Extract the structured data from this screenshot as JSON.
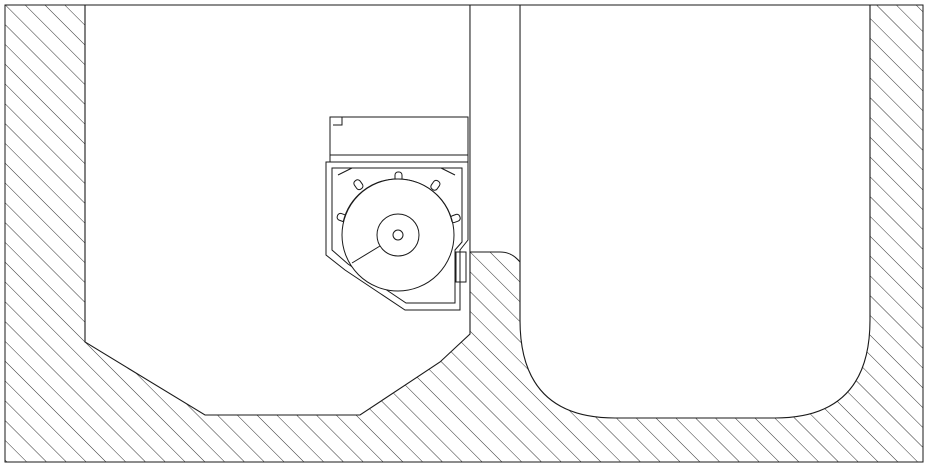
{
  "drawing": {
    "kind": "technical-cross-section",
    "colors": {
      "line": "#1a1a1a",
      "hatch": "#1a1a1a",
      "background": "#ffffff",
      "cavity": "#ffffff"
    },
    "hatch_pattern": "diagonal-lines",
    "components": [
      {
        "id": "left-cavity",
        "icon": "chamfered-pocket"
      },
      {
        "id": "right-cavity",
        "icon": "rounded-u-pocket"
      },
      {
        "id": "ground-hatch",
        "icon": "hatched-section"
      },
      {
        "id": "roller-housing",
        "icon": "housing-box"
      },
      {
        "id": "roller-drum",
        "icon": "circle-drum"
      }
    ]
  }
}
